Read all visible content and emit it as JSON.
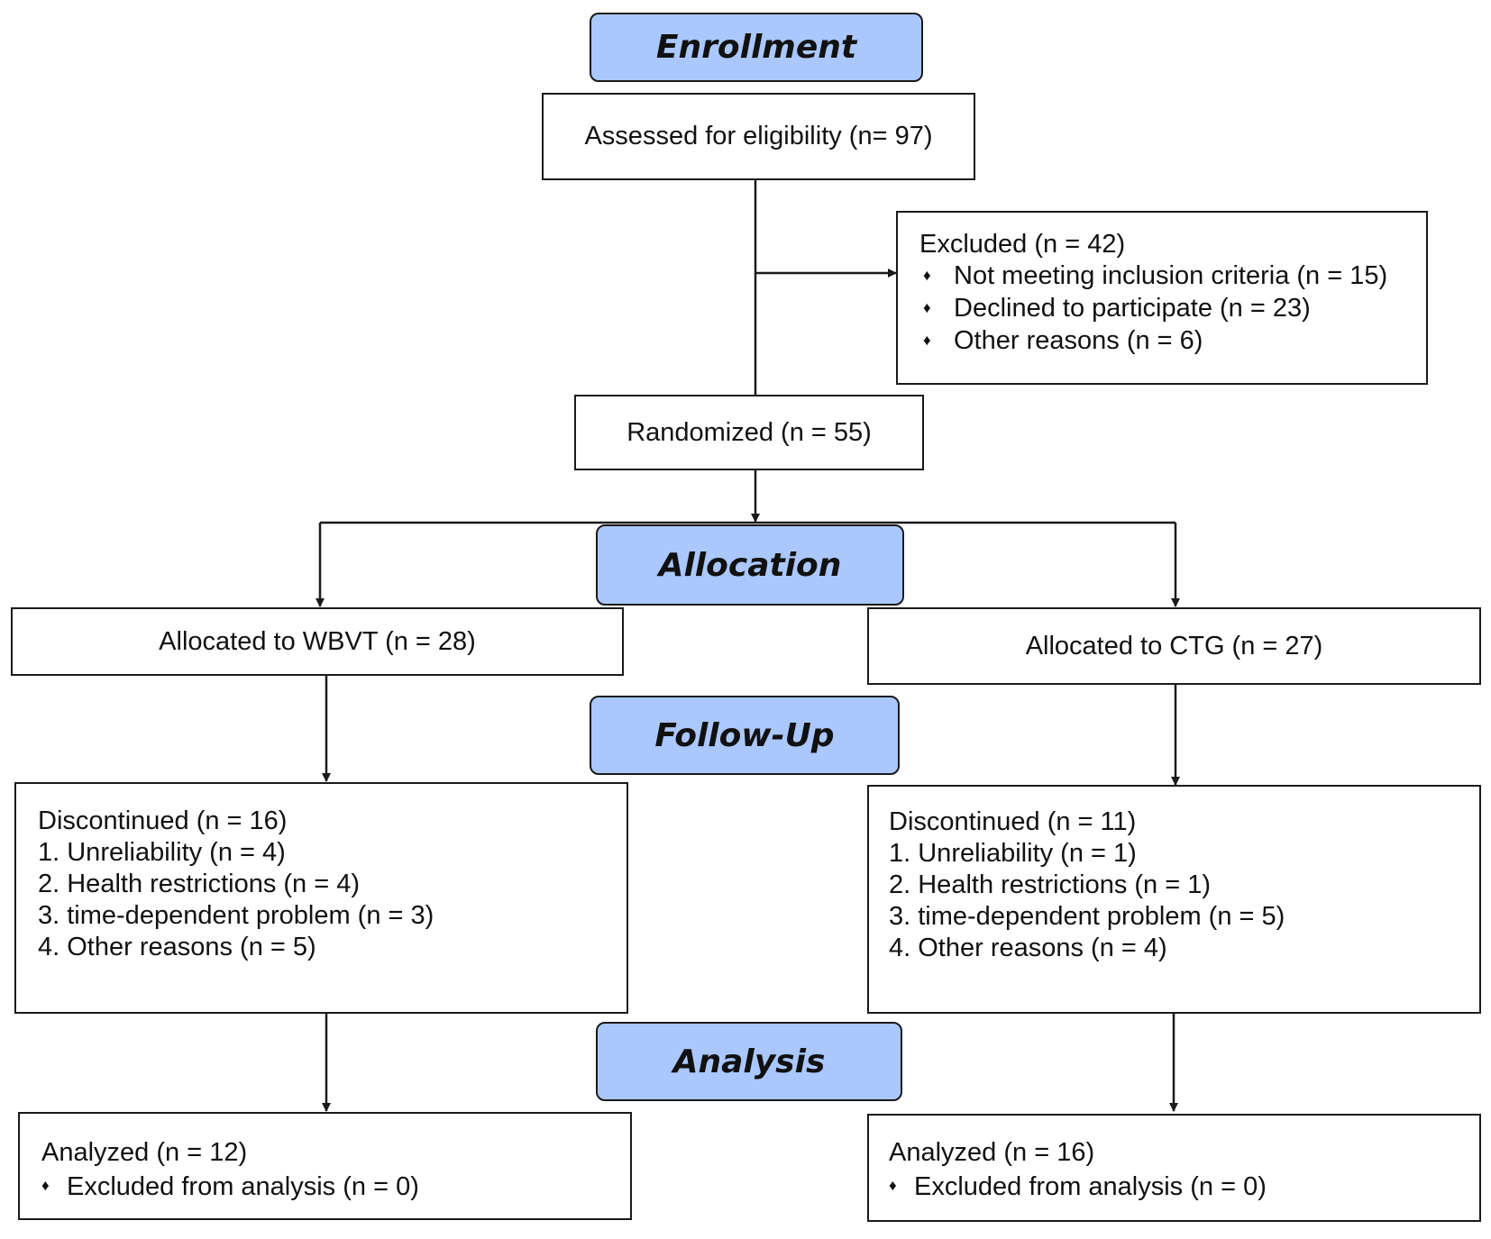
{
  "stages": {
    "enrollment": "Enrollment",
    "allocation": "Allocation",
    "follow_up": "Follow-Up",
    "analysis": "Analysis"
  },
  "assessed": "Assessed for eligibility (n= 97)",
  "excluded": {
    "title": "Excluded (n = 42)",
    "bullet_glyph": "♦",
    "items": [
      "Not meeting inclusion criteria (n = 15)",
      "Declined to participate (n = 23)",
      "Other reasons (n = 6)"
    ]
  },
  "randomized": "Randomized (n = 55)",
  "allocated": {
    "wbvt": "Allocated to WBVT (n = 28)",
    "ctg": "Allocated to CTG (n = 27)"
  },
  "discontinued": {
    "wbvt": {
      "title": "Discontinued (n = 16)",
      "items": [
        "1. Unreliability (n = 4)",
        "2. Health restrictions (n = 4)",
        "3. time-dependent problem (n = 3)",
        "4. Other reasons (n = 5)"
      ]
    },
    "ctg": {
      "title": "Discontinued (n = 11)",
      "items": [
        "1. Unreliability (n = 1)",
        "2. Health restrictions (n = 1)",
        "3. time-dependent problem (n = 5)",
        "4. Other reasons (n = 4)"
      ]
    }
  },
  "analyzed": {
    "wbvt": {
      "title": "Analyzed (n = 12)",
      "excluded": "Excluded from analysis (n = 0)"
    },
    "ctg": {
      "title": "Analyzed (n = 16)",
      "excluded": "Excluded from analysis (n = 0)"
    }
  },
  "colors": {
    "stage_fill": "#aac8fd",
    "line": "#1a1a1a"
  }
}
